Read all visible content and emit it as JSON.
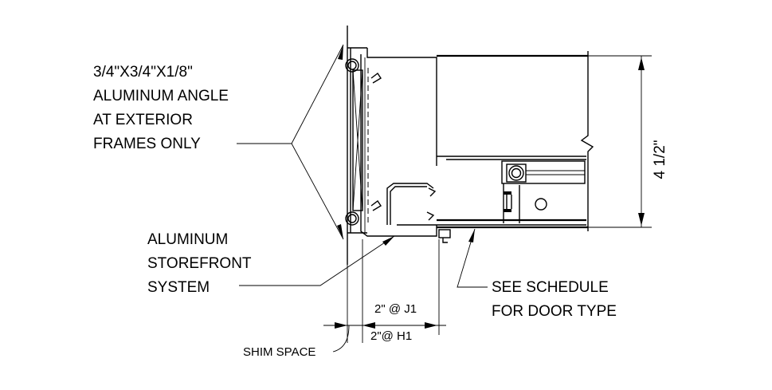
{
  "notes": {
    "angle": [
      "3/4\"X3/4\"X1/8\"",
      "ALUMINUM ANGLE",
      "AT EXTERIOR",
      "FRAMES ONLY"
    ],
    "storefront": [
      "ALUMINUM",
      "STOREFRONT",
      "SYSTEM"
    ],
    "schedule": [
      "SEE SCHEDULE",
      "FOR DOOR TYPE"
    ]
  },
  "dimensions": {
    "depth": "4 1/2\"",
    "j1": "2\" @ J1",
    "h1": "2\"@ H1",
    "shim": "SHIM SPACE"
  }
}
